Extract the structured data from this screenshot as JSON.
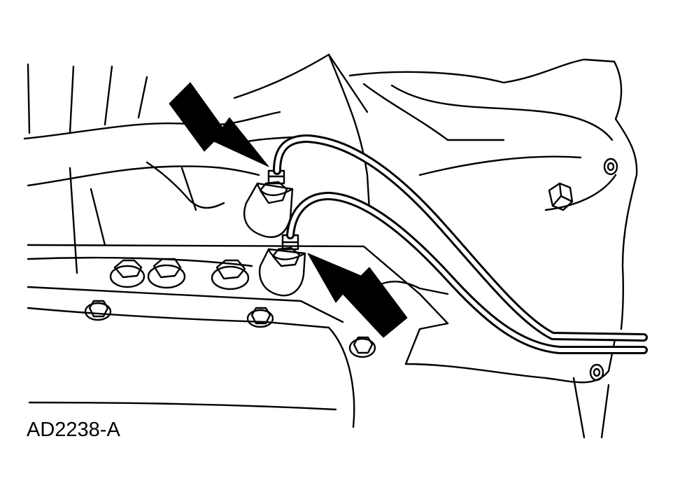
{
  "figure": {
    "id_label": "AD2238-A"
  },
  "colors": {
    "line": "#000000",
    "background": "#ffffff"
  },
  "callouts": [
    {
      "name": "upper-arrow",
      "points_to": "upper-line-fitting"
    },
    {
      "name": "lower-arrow",
      "points_to": "lower-line-fitting"
    }
  ]
}
